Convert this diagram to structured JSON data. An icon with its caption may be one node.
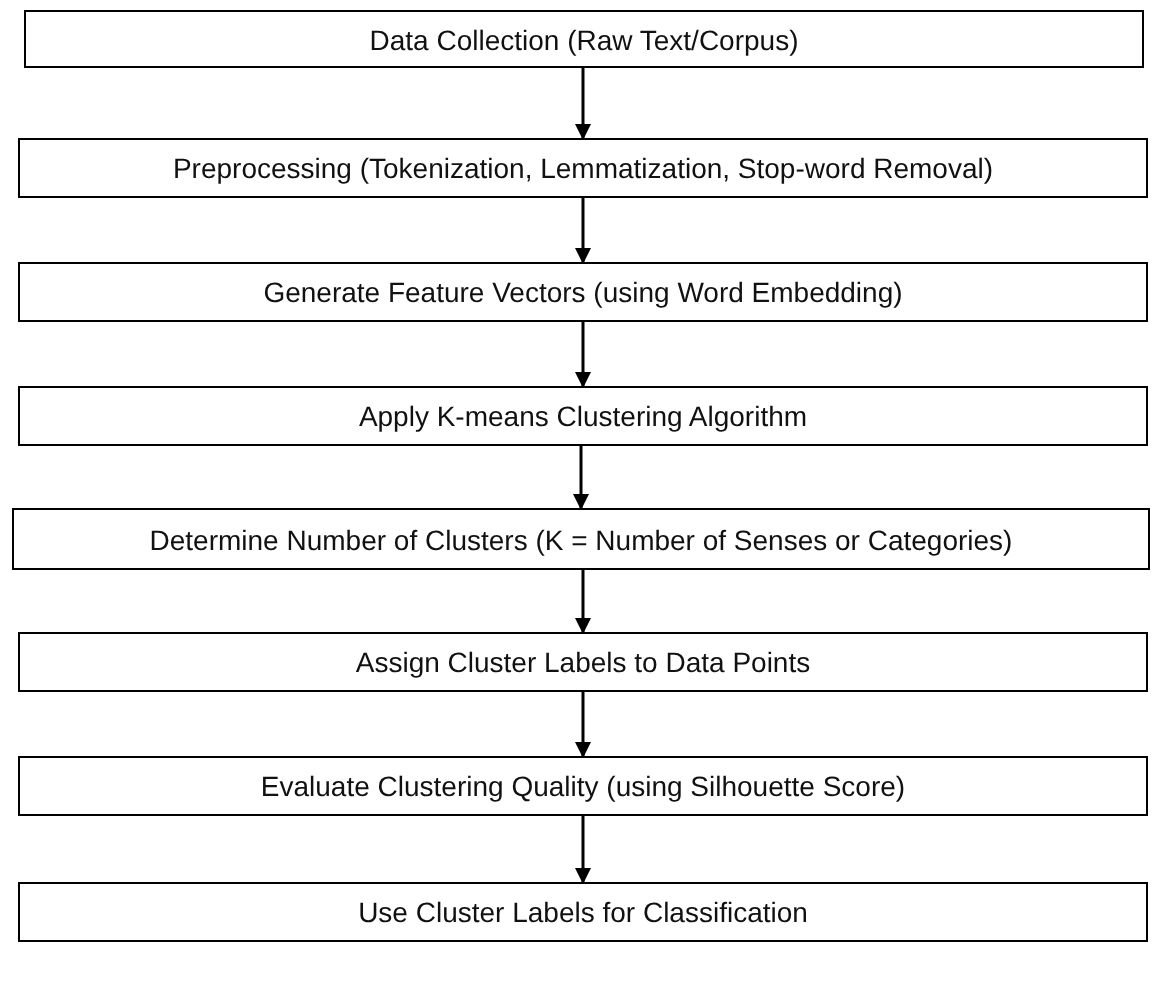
{
  "diagram": {
    "nodes": [
      {
        "text": [
          "Data Collection (Raw Text/Corpus)"
        ]
      },
      {
        "text": [
          "Preprocessing (Tokenization, Lemmatization, Stop-word Removal)"
        ]
      },
      {
        "text": [
          "Generate Feature Vectors (using Word Embedding)"
        ]
      },
      {
        "text": [
          "Apply K-means Clustering Algorithm"
        ]
      },
      {
        "text": [
          "Determine Number of Clusters (K = Number of Senses or Categories)"
        ]
      },
      {
        "text": [
          "Assign Cluster Labels to Data Points"
        ]
      },
      {
        "text": [
          "Evaluate Clustering Quality (using Silhouette Score)"
        ]
      },
      {
        "text": [
          "Use Cluster Labels for Classification"
        ]
      }
    ],
    "edges": [
      {
        "from": 0,
        "to": 1,
        "arrow": "to"
      },
      {
        "from": 1,
        "to": 2,
        "arrow": "to"
      },
      {
        "from": 2,
        "to": 3,
        "arrow": "to"
      },
      {
        "from": 3,
        "to": 4,
        "arrow": "to"
      },
      {
        "from": 4,
        "to": 5,
        "arrow": "to"
      },
      {
        "from": 5,
        "to": 6,
        "arrow": "to"
      },
      {
        "from": 6,
        "to": 7,
        "arrow": "to"
      }
    ]
  }
}
